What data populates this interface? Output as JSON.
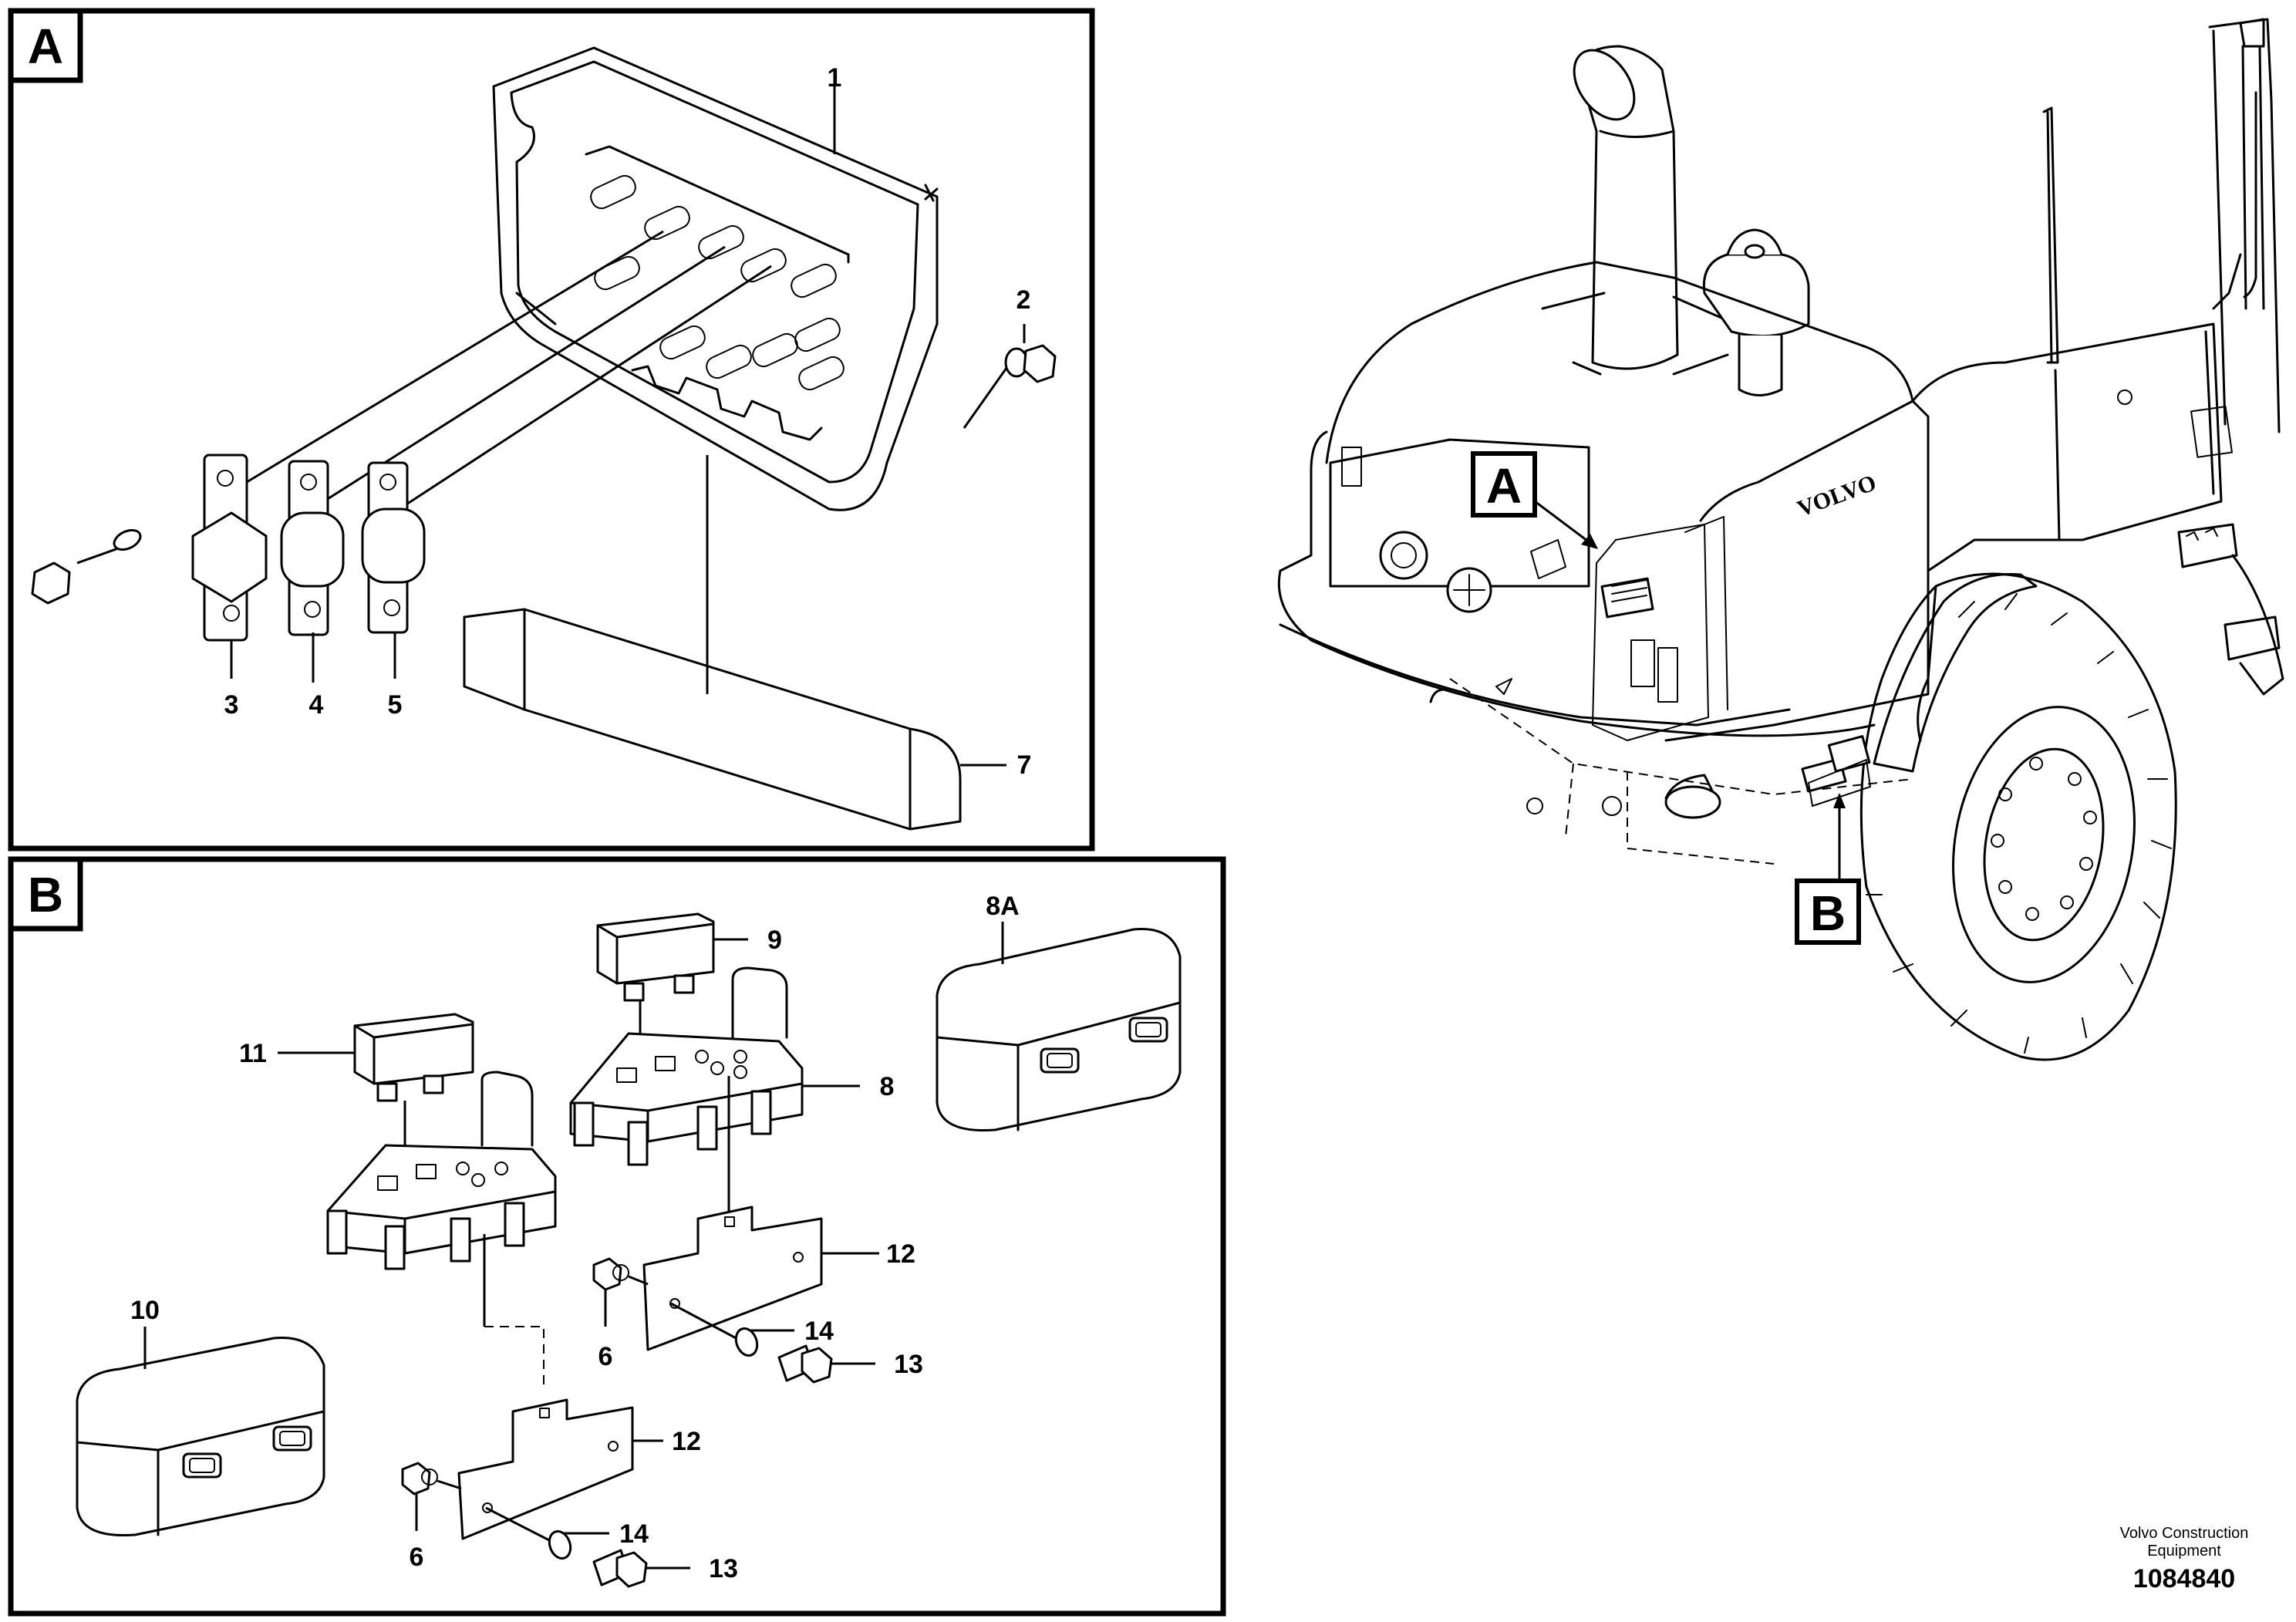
{
  "view_labels": {
    "a": "A",
    "b": "B"
  },
  "callouts": {
    "c1": "1",
    "c2": "2",
    "c3": "3",
    "c4": "4",
    "c5": "5",
    "c7": "7",
    "c9": "9",
    "c8a": "8A",
    "c11": "11",
    "c8": "8",
    "c12a": "12",
    "c12b": "12",
    "c6a": "6",
    "c6b": "6",
    "c14a": "14",
    "c14b": "14",
    "c13a": "13",
    "c13b": "13",
    "c10": "10"
  },
  "machine_marks": {
    "brand": "VOLVO",
    "pointer_a": "A",
    "pointer_b": "B"
  },
  "footer": {
    "line1": "Volvo Construction",
    "line2": "Equipment",
    "doc_number": "1084840"
  }
}
